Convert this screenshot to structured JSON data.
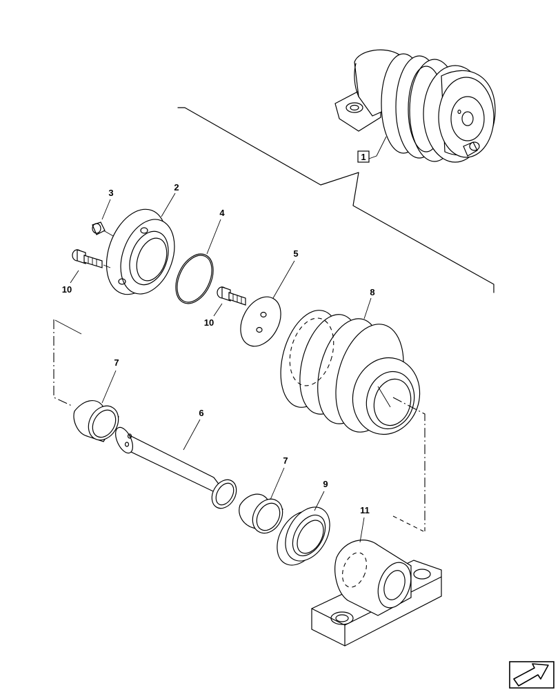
{
  "callouts": {
    "assembly": "1",
    "flange": "2",
    "plug": "3",
    "o_ring": "4",
    "cover_plate": "5",
    "shaft": "6",
    "bushing_left": "7",
    "bushing_right": "7",
    "roller": "8",
    "seal": "9",
    "bolt_left": "10",
    "bolt_right": "10",
    "bracket": "11"
  },
  "icons": {
    "navigation": "next-page-arrow-icon"
  }
}
